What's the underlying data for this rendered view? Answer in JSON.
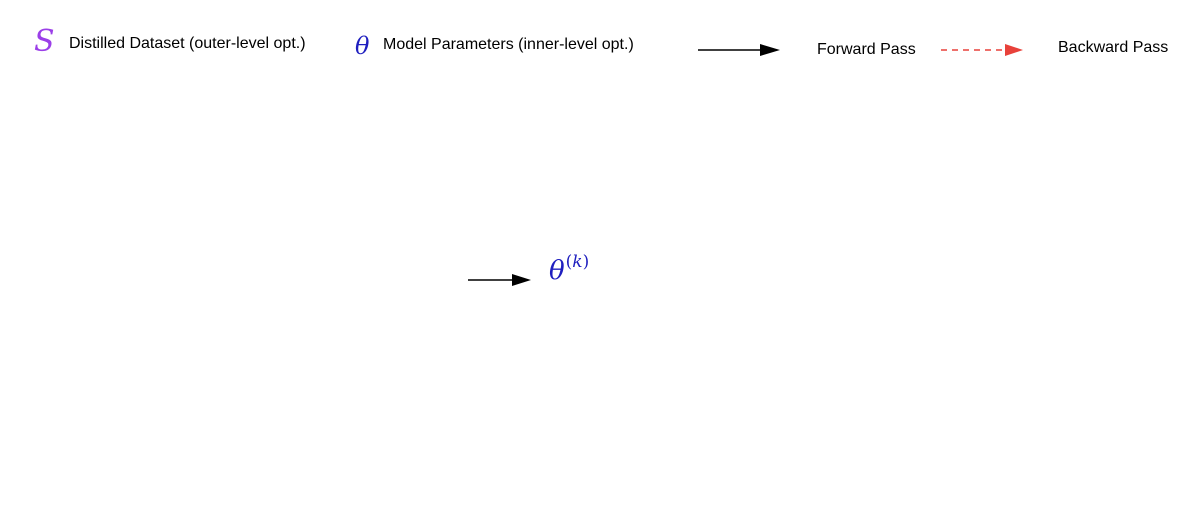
{
  "legend": {
    "distilled": {
      "symbol": "S",
      "label": "Distilled Dataset (outer-level opt.)",
      "color": "#9b3fe8"
    },
    "model": {
      "symbol": "θ",
      "label": "Model Parameters (inner-level opt.)",
      "color": "#1f1fbf"
    },
    "forward": {
      "label": "Forward Pass",
      "color": "#000000"
    },
    "backward": {
      "label": "Backward Pass",
      "color": "#e8413a"
    }
  },
  "diagram": {
    "node": {
      "base": "θ",
      "sup_open": "(",
      "sup_var": "k",
      "sup_close": ")",
      "color": "#1f1fbf"
    }
  }
}
